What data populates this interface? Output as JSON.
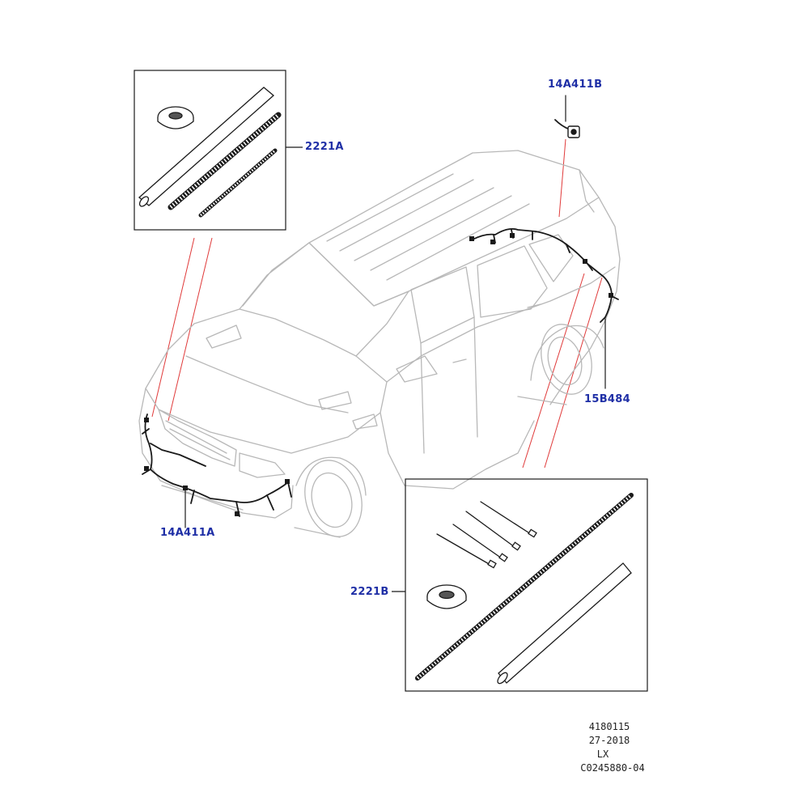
{
  "callouts": {
    "kit_front": "2221A",
    "kit_rear": "2221B",
    "harness_front": "14A411A",
    "harness_rear": "14A411B",
    "harness_side": "15B484"
  },
  "reference": {
    "line1": "4180115",
    "line2": "27-2018",
    "line3": "LX",
    "line4": "C0245880-04"
  },
  "colors": {
    "callout_text": "#1f2fa6",
    "leader_red": "#e03a3a",
    "outline": "#b8b8b8",
    "wire": "#1a1a1a"
  }
}
